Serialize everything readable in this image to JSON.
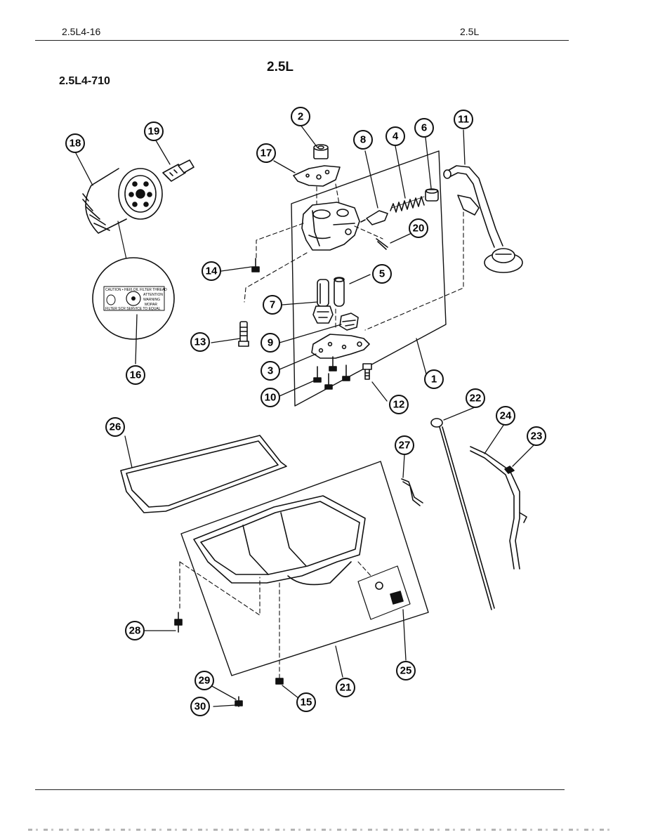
{
  "header": {
    "left_code": "2.5L4-16",
    "right_label": "2.5L"
  },
  "section_title": "2.5L",
  "figure_code": "2.5L4-710",
  "filter_label": {
    "line1": "CAUTION • HEIß  OIL FILTER THREAD",
    "line2": "ATTENTION",
    "line3": "WARNING",
    "line4": "MOPAR",
    "line5": "FILTER  SCR  SERVICE  TO  EQUAL"
  },
  "callouts": {
    "c1": "1",
    "c2": "2",
    "c3": "3",
    "c4": "4",
    "c5": "5",
    "c6": "6",
    "c7": "7",
    "c8": "8",
    "c9": "9",
    "c10": "10",
    "c11": "11",
    "c12": "12",
    "c13": "13",
    "c14": "14",
    "c15": "15",
    "c16": "16",
    "c17": "17",
    "c18": "18",
    "c19": "19",
    "c20": "20",
    "c21": "21",
    "c22": "22",
    "c23": "23",
    "c24": "24",
    "c25": "25",
    "c26": "26",
    "c27": "27",
    "c28": "28",
    "c29": "29",
    "c30": "30"
  }
}
